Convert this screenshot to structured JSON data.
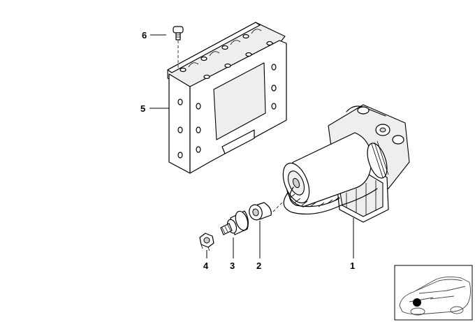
{
  "callouts": {
    "c1": "1",
    "c2": "2",
    "c3": "3",
    "c4": "4",
    "c5": "5",
    "c6": "6"
  },
  "parts": [
    {
      "ref": "1",
      "icon": "hydraulic-unit-icon"
    },
    {
      "ref": "2",
      "icon": "rubber-mount-icon"
    },
    {
      "ref": "3",
      "icon": "bolt-icon"
    },
    {
      "ref": "4",
      "icon": "nut-icon"
    },
    {
      "ref": "5",
      "icon": "mounting-bracket-icon"
    },
    {
      "ref": "6",
      "icon": "screw-icon"
    }
  ],
  "locator": {
    "icon": "car-locator-icon",
    "marker_color": "#000000"
  }
}
